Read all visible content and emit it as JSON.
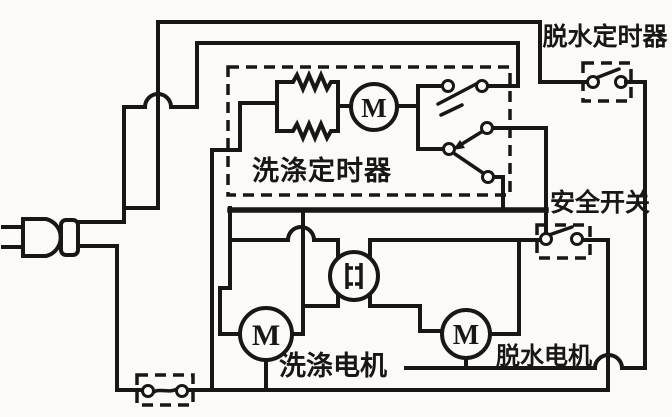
{
  "diagram": {
    "type": "circuit-diagram",
    "labels": {
      "washing_timer": "洗涤定时器",
      "dehydration_timer": "脱水定时器",
      "safety_switch": "安全开关",
      "washing_motor": "洗涤电机",
      "dehydration_motor": "脱水电机"
    },
    "motor_symbol": "M",
    "colors": {
      "ink": "#191613",
      "paper": "#fbfaf6"
    }
  }
}
